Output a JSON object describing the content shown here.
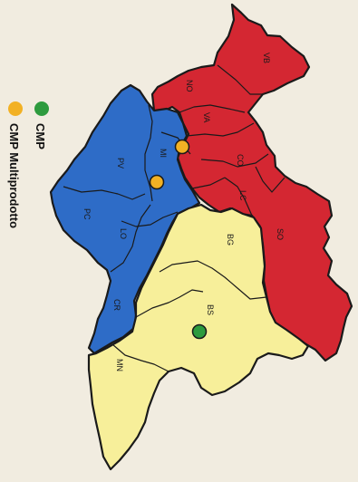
{
  "colors": {
    "background": "#f1ece0",
    "red": "#d42732",
    "blue": "#2e6cc7",
    "yellow": "#f7ef9a",
    "marker_cmp": "#2e9b3e",
    "marker_multi": "#f2b124"
  },
  "legend": [
    {
      "label": "CMP",
      "marker": "green-dot"
    },
    {
      "label": "CMP Multiprodotto",
      "marker": "orange-dot"
    }
  ],
  "regions": [
    {
      "code": "VB",
      "group": "red"
    },
    {
      "code": "NO",
      "group": "red"
    },
    {
      "code": "VA",
      "group": "red"
    },
    {
      "code": "CO",
      "group": "red"
    },
    {
      "code": "LC",
      "group": "red"
    },
    {
      "code": "SO",
      "group": "red"
    },
    {
      "code": "MI",
      "group": "blue"
    },
    {
      "code": "PV",
      "group": "blue"
    },
    {
      "code": "PC",
      "group": "blue"
    },
    {
      "code": "LO",
      "group": "blue"
    },
    {
      "code": "CR",
      "group": "blue"
    },
    {
      "code": "BG",
      "group": "yellow"
    },
    {
      "code": "BS",
      "group": "yellow"
    },
    {
      "code": "MN",
      "group": "yellow"
    }
  ],
  "markers": [
    {
      "type": "CMP",
      "region": "BS"
    },
    {
      "type": "CMP Multiprodotto",
      "region": "MI"
    },
    {
      "type": "CMP Multiprodotto",
      "region": "MI"
    }
  ]
}
